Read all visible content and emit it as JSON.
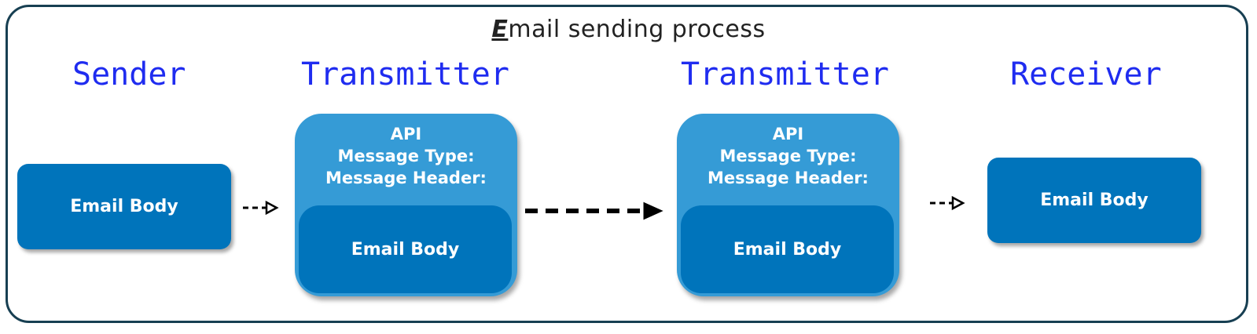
{
  "diagram": {
    "title_first_letter": "E",
    "title_rest": "mail sending process",
    "columns": {
      "sender": "Sender",
      "transmitter_1": "Transmitter",
      "transmitter_2": "Transmitter",
      "receiver": "Receiver"
    },
    "sender_box": {
      "label": "Email Body"
    },
    "transmitter_1_box": {
      "line1": "API",
      "line2": "Message Type:",
      "line3": "Message Header:",
      "body": "Email Body"
    },
    "transmitter_2_box": {
      "line1": "API",
      "line2": "Message Type:",
      "line3": "Message Header:",
      "body": "Email Body"
    },
    "receiver_box": {
      "label": "Email Body"
    },
    "colors": {
      "frame": "#173f52",
      "column_title": "#1f2cf0",
      "box_dark": "#0074bb",
      "box_light": "#359bd6",
      "arrow": "#000000"
    }
  }
}
